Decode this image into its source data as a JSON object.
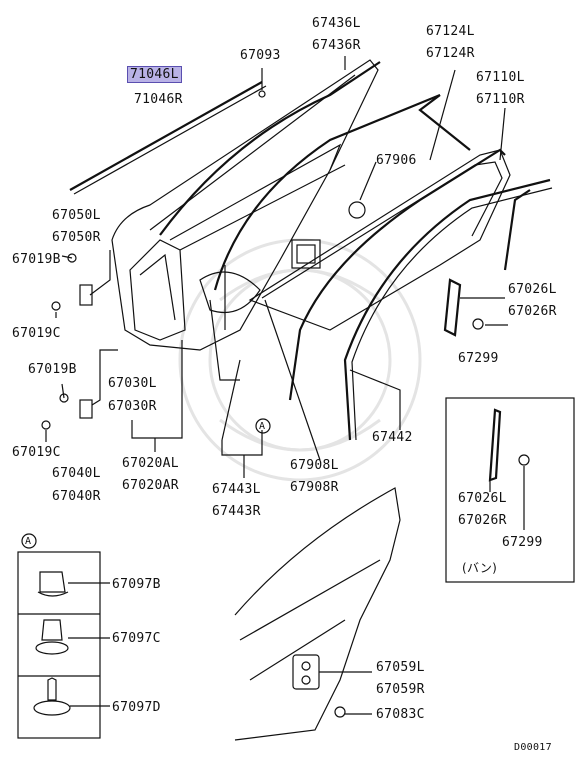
{
  "diagram": {
    "callouts": {
      "p71046L": "71046L",
      "p71046R": "71046R",
      "p67093": "67093",
      "p67436L": "67436L",
      "p67436R": "67436R",
      "p67124L": "67124L",
      "p67124R": "67124R",
      "p67110L": "67110L",
      "p67110R": "67110R",
      "p67906": "67906",
      "p67050L": "67050L",
      "p67050R": "67050R",
      "p67019B_1": "67019B",
      "p67019C_1": "67019C",
      "p67019B_2": "67019B",
      "p67019C_2": "67019C",
      "p67030L": "67030L",
      "p67030R": "67030R",
      "p67040L": "67040L",
      "p67040R": "67040R",
      "p67020AL": "67020AL",
      "p67020AR": "67020AR",
      "p67443L": "67443L",
      "p67443R": "67443R",
      "p67908L": "67908L",
      "p67908R": "67908R",
      "p67442": "67442",
      "p67026L_1": "67026L",
      "p67026R_1": "67026R",
      "p67299_1": "67299",
      "p67026L_2": "67026L",
      "p67026R_2": "67026R",
      "p67299_2": "67299",
      "van_label": "(バン)",
      "p67097B": "67097B",
      "p67097C": "67097C",
      "p67097D": "67097D",
      "p67059L": "67059L",
      "p67059R": "67059R",
      "p67083C": "67083C"
    },
    "ref_marker": "A",
    "diagram_code": "D00017",
    "highlight_color": "#b9b2e6"
  }
}
